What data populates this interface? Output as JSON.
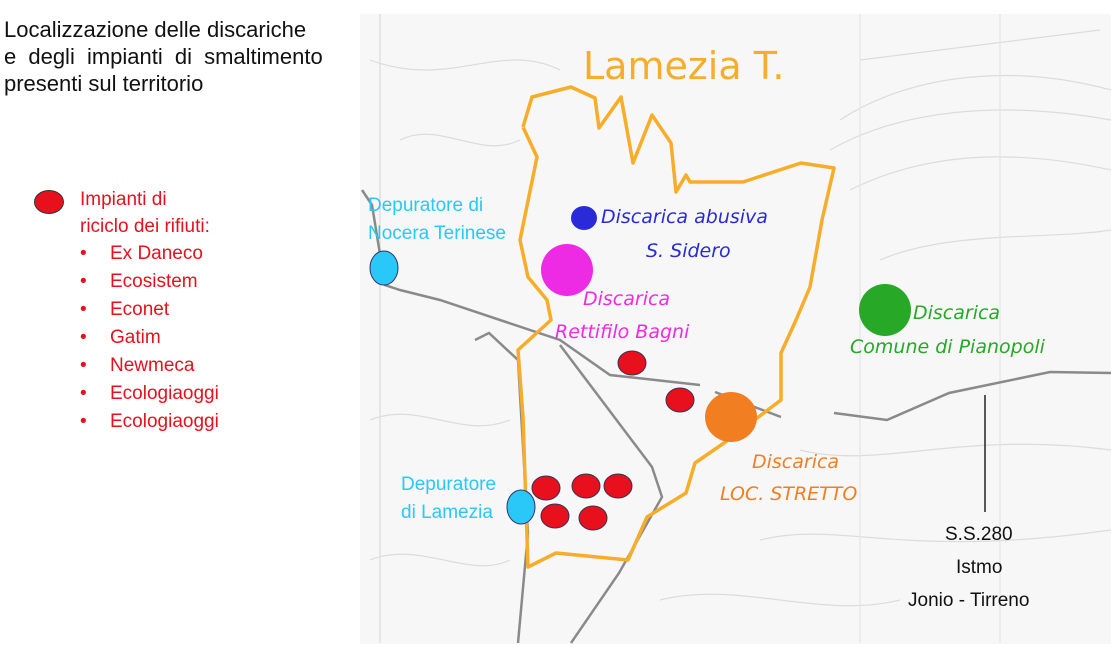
{
  "title": {
    "line1": "Localizzazione delle discariche",
    "line2": "e degli impianti di smaltimento",
    "line3": "presenti sul territorio"
  },
  "legend": {
    "heading_line1": "Impianti di",
    "heading_line2": "riciclo dei rifiuti:",
    "items": [
      "Ex Daneco",
      "Ecosistem",
      "Econet",
      "Gatim",
      "Newmeca",
      "Ecologiaoggi",
      "Ecologiaoggi"
    ],
    "color": "#e8101c"
  },
  "map": {
    "town": "Lamezia T.",
    "labels": {
      "abusiva_1": "Discarica abusiva",
      "abusiva_2": "S. Sidero",
      "rettifilo_1": "Discarica",
      "rettifilo_2": "Rettifilo Bagni",
      "pianopoli_1": "Discarica",
      "pianopoli_2": "Comune di Pianopoli",
      "stretto_1": "Discarica",
      "stretto_2": "LOC. STRETTO",
      "nocera_1": "Depuratore di",
      "nocera_2": "Nocera Terinese",
      "lamezia_1": "Depuratore",
      "lamezia_2": "di Lamezia",
      "road_1": "S.S.280",
      "road_2": "Istmo",
      "road_3": "Jonio - Tirreno"
    },
    "colors": {
      "boundary": "#f7ac2a",
      "abusiva": "#2a2ad8",
      "rettifilo": "#ee2be4",
      "pianopoli": "#27a827",
      "stretto": "#f27e22",
      "depuratore": "#29c8f8",
      "impianti": "#e8101c"
    }
  }
}
